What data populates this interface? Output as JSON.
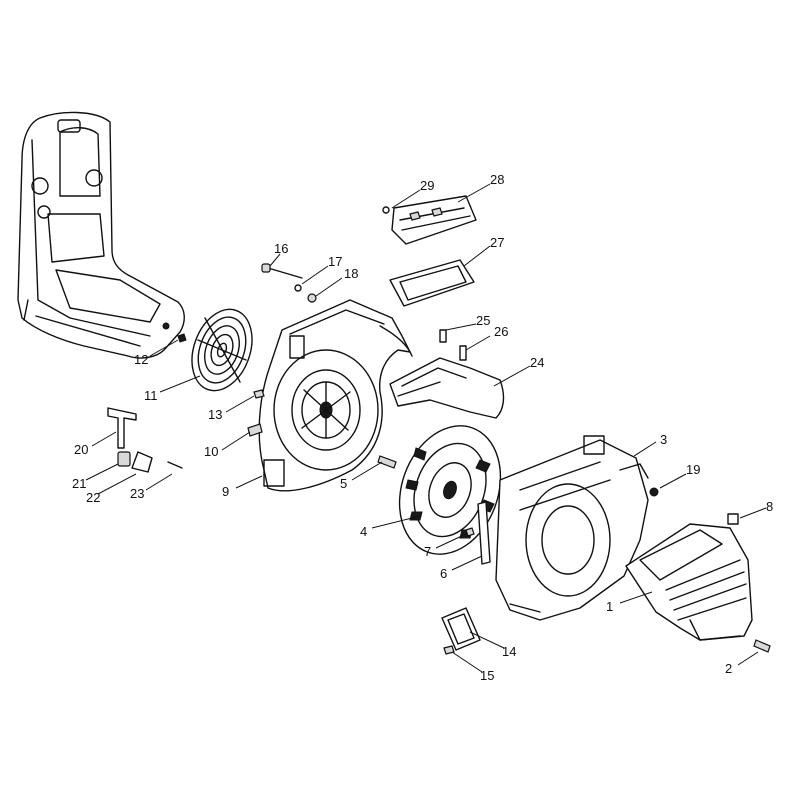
{
  "diagram": {
    "callouts": [
      {
        "id": "1",
        "label": "1"
      },
      {
        "id": "2",
        "label": "2"
      },
      {
        "id": "3",
        "label": "3"
      },
      {
        "id": "4",
        "label": "4"
      },
      {
        "id": "5",
        "label": "5"
      },
      {
        "id": "6",
        "label": "6"
      },
      {
        "id": "7",
        "label": "7"
      },
      {
        "id": "8",
        "label": "8"
      },
      {
        "id": "9",
        "label": "9"
      },
      {
        "id": "10",
        "label": "10"
      },
      {
        "id": "11",
        "label": "11"
      },
      {
        "id": "12",
        "label": "12"
      },
      {
        "id": "13",
        "label": "13"
      },
      {
        "id": "14",
        "label": "14"
      },
      {
        "id": "15",
        "label": "15"
      },
      {
        "id": "16",
        "label": "16"
      },
      {
        "id": "17",
        "label": "17"
      },
      {
        "id": "18",
        "label": "18"
      },
      {
        "id": "19",
        "label": "19"
      },
      {
        "id": "20",
        "label": "20"
      },
      {
        "id": "21",
        "label": "21"
      },
      {
        "id": "22",
        "label": "22"
      },
      {
        "id": "23",
        "label": "23"
      },
      {
        "id": "24",
        "label": "24"
      },
      {
        "id": "25",
        "label": "25"
      },
      {
        "id": "26",
        "label": "26"
      },
      {
        "id": "27",
        "label": "27"
      },
      {
        "id": "28",
        "label": "28"
      },
      {
        "id": "29",
        "label": "29"
      }
    ]
  }
}
